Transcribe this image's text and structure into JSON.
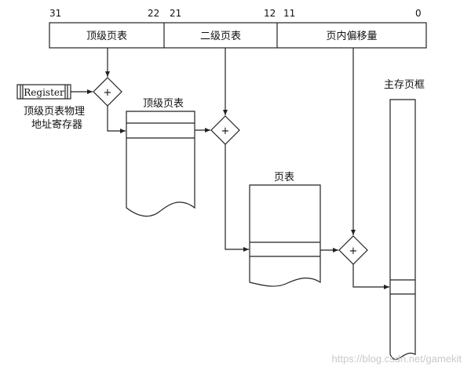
{
  "address": {
    "bits": {
      "b31": "31",
      "b22": "22",
      "b21": "21",
      "b12": "12",
      "b11": "11",
      "b0": "0"
    },
    "fields": {
      "top_level": "顶级页表",
      "second_level": "二级页表",
      "offset": "页内偏移量"
    }
  },
  "register": {
    "label": "Register",
    "caption_line1": "顶级页表物理",
    "caption_line2": "地址寄存器"
  },
  "adders": {
    "symbol": "+"
  },
  "tables": {
    "top_level_title": "顶级页表",
    "page_table_title": "页表",
    "main_memory_title": "主存页框"
  },
  "watermark": "https://blog.csdn.net/gamekit"
}
